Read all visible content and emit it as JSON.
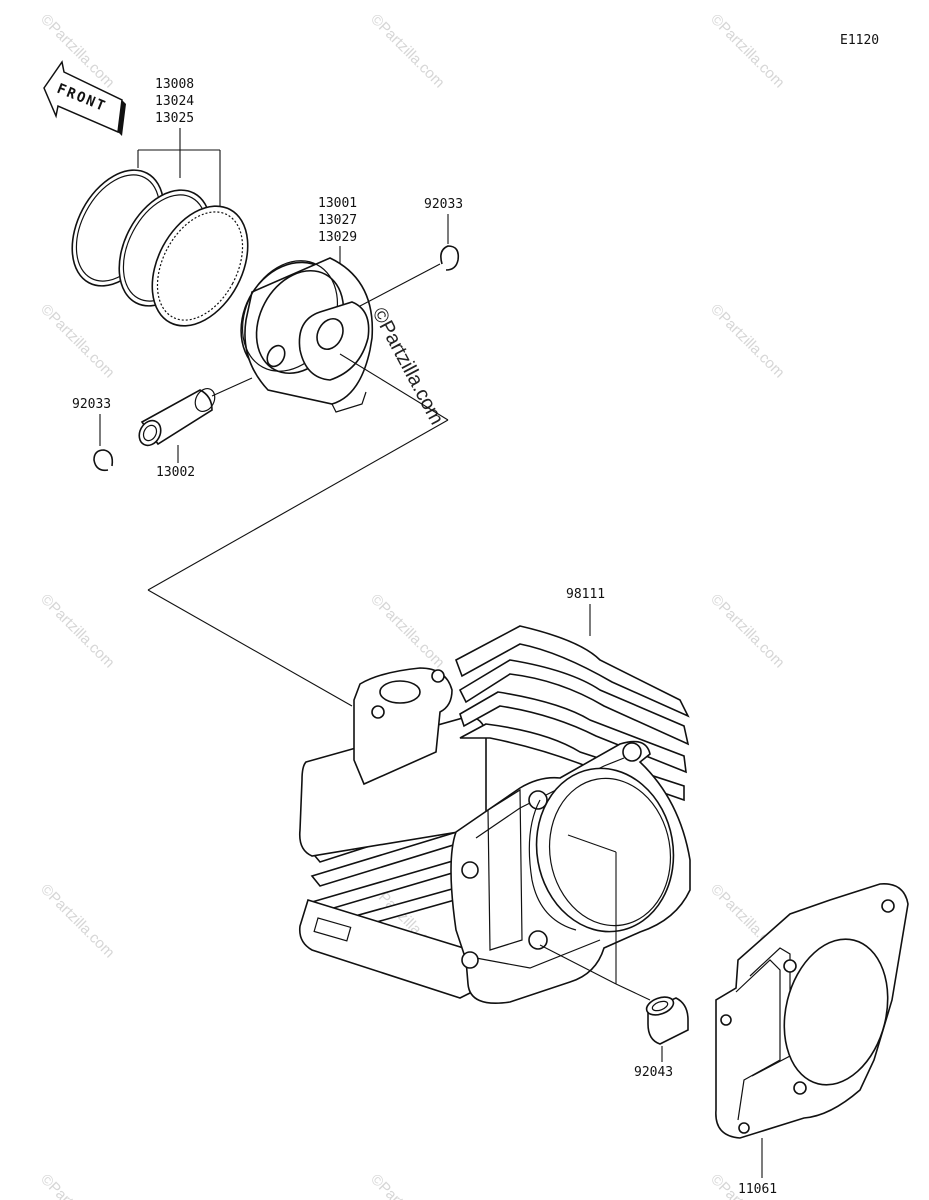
{
  "diagram": {
    "code": "E1120",
    "front_label": "FRONT",
    "watermark_text": "©Partzilla.com",
    "parts": {
      "rings": [
        "13008",
        "13024",
        "13025"
      ],
      "piston": [
        "13001",
        "13027",
        "13029"
      ],
      "clip_right": "92033",
      "clip_left": "92033",
      "piston_pin": "13002",
      "cylinder": "98111",
      "dowel_pin": "92043",
      "gasket": "11061"
    }
  }
}
